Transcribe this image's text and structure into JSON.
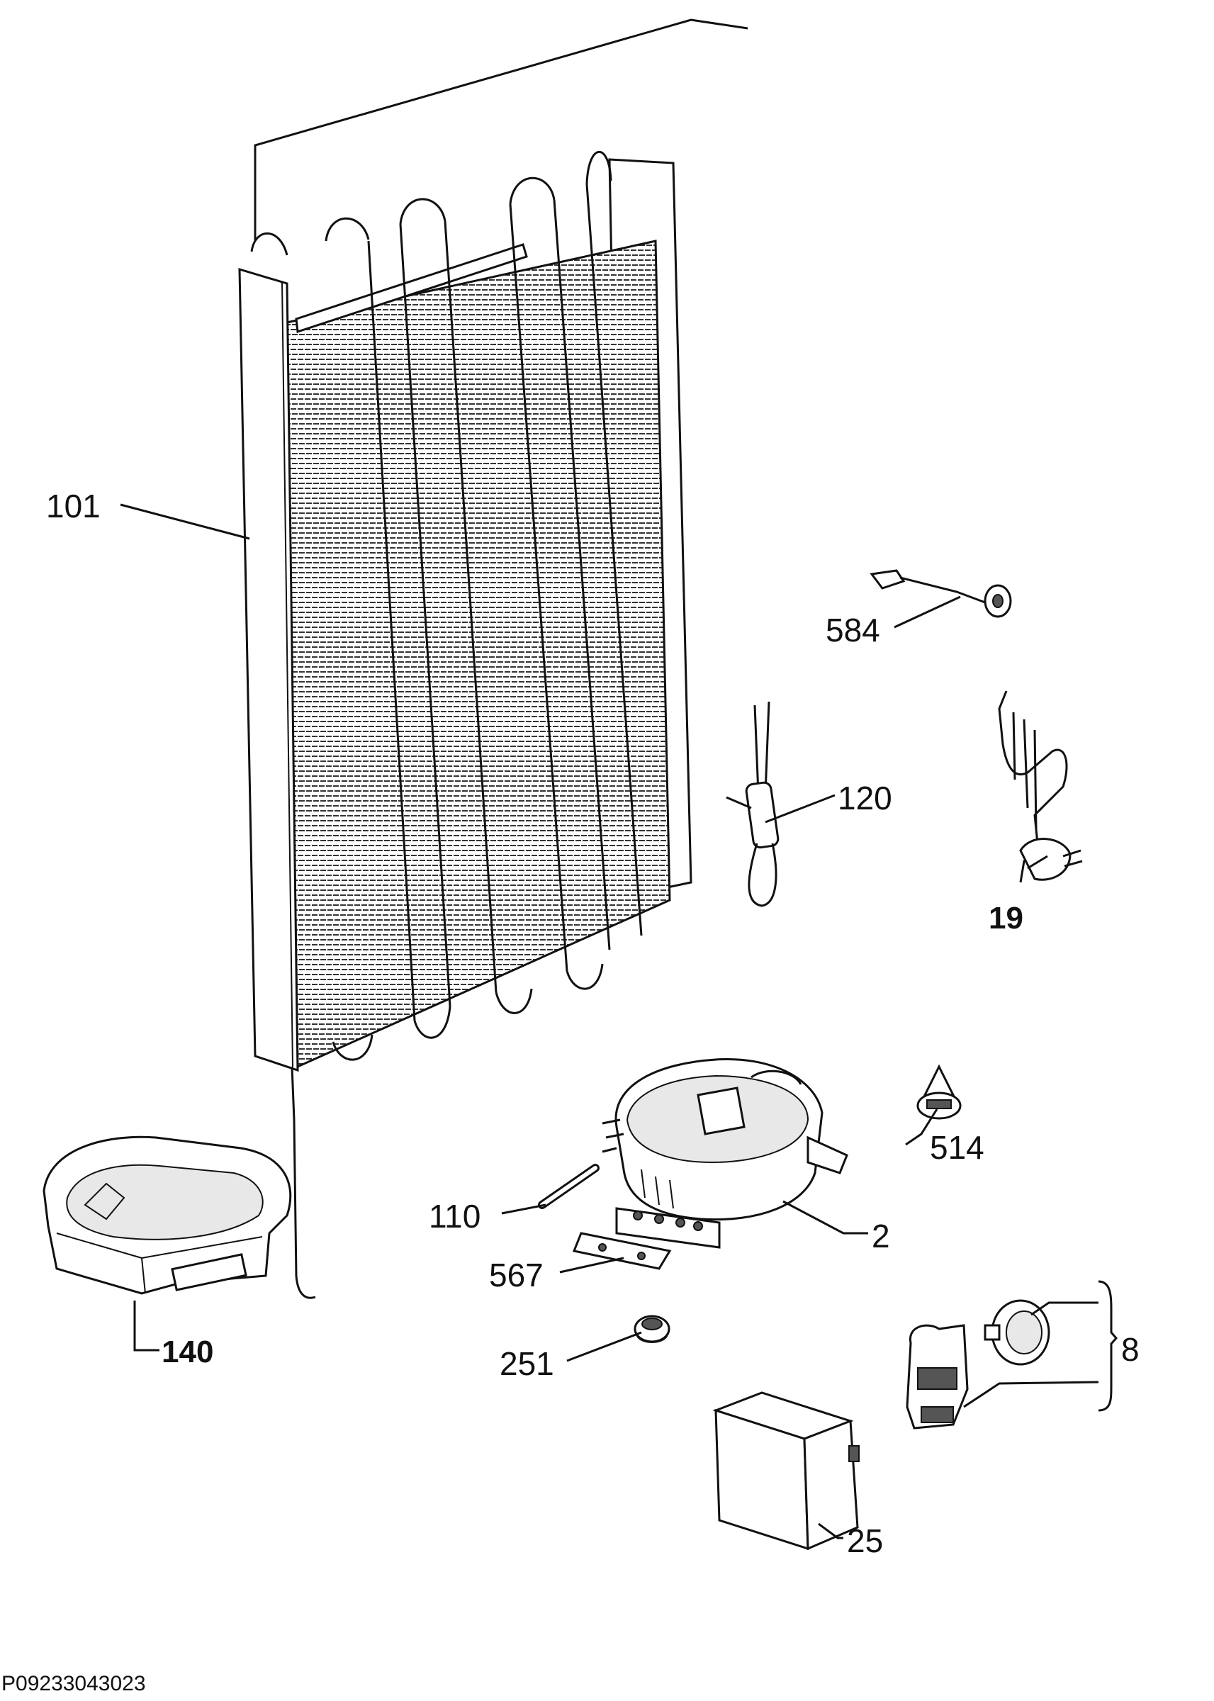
{
  "diagram": {
    "labels": {
      "p101": "101",
      "p584": "584",
      "p120": "120",
      "p19": "19",
      "p514": "514",
      "p110": "110",
      "p2": "2",
      "p567": "567",
      "p140": "140",
      "p251": "251",
      "p8": "8",
      "p25": "25"
    },
    "drawing_code": "P09233043023"
  }
}
